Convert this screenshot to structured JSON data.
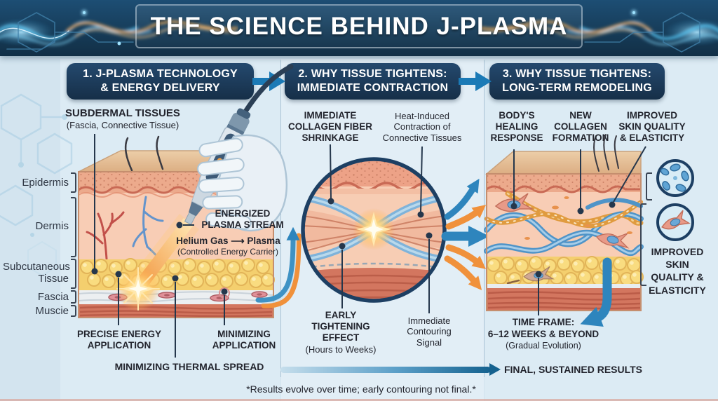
{
  "banner": {
    "title": "THE SCIENCE BEHIND J-PLASMA"
  },
  "steps": {
    "s1": "1. J-PLASMA TECHNOLOGY\n& ENERGY DELIVERY",
    "s2": "2. WHY TISSUE TIGHTENS:\nIMMEDIATE CONTRACTION",
    "s3": "3. WHY TISSUE TIGHTENS:\nLONG-TERM REMODELING"
  },
  "panel1": {
    "subdermal_title": "SUBDERMAL TISSUES",
    "subdermal_sub": "(Fascia, Connective Tissue)",
    "layers": [
      "Epidermis",
      "Dermis",
      "Subcutaneous\nTissue",
      "Fascia",
      "Muscie"
    ],
    "energized_label": "ENERGIZED\nPLASMA STREAM",
    "helium_label": "Helium Gas ⟶ Plasma",
    "helium_sub": "(Controlled Energy Carrier)",
    "precise_label": "PRECISE ENERGY\nAPPLICATION",
    "minimizing_label": "MINIMIZING\nAPPLICATION",
    "thermal_label": "MINIMIZING THERMAL SPREAD"
  },
  "panel2": {
    "shrinkage_label": "IMMEDIATE\nCOLLAGEN FIBER\nSHRINKAGE",
    "heat_label": "Heat-Induced\nContraction of\nConnective Tissues",
    "early_label": "EARLY\nTIGHTENING\nEFFECT",
    "early_sub": "(Hours to Weeks)",
    "contouring_label": "Immediate\nContouring\nSignal"
  },
  "panel3": {
    "healing_label": "BODY'S\nHEALING\nRESPONSE",
    "collagen_label": "NEW\nCOLLAGEN\nFORMATION",
    "improved_label": "IMPROVED\nSKIN QUALITY\n& ELASTICITY",
    "improved_side_label": "IMPROVED\nSKIN\nQUALITY &\nELASTICITY",
    "timeframe_title": "TIME FRAME:",
    "timeframe_value": "6–12 WEEKS & BEYOND",
    "timeframe_sub": "(Gradual Evolution)"
  },
  "footer": {
    "final_label": "FINAL, SUSTAINED RESULTS",
    "footnote": "*Results evolve over time; early contouring not final.*"
  },
  "colors": {
    "accent_blue": "#1b7ab6",
    "accent_orange": "#f0913b",
    "navy": "#1d3f63",
    "banner_navy": "#163b57",
    "background": "#d3e4ef"
  }
}
